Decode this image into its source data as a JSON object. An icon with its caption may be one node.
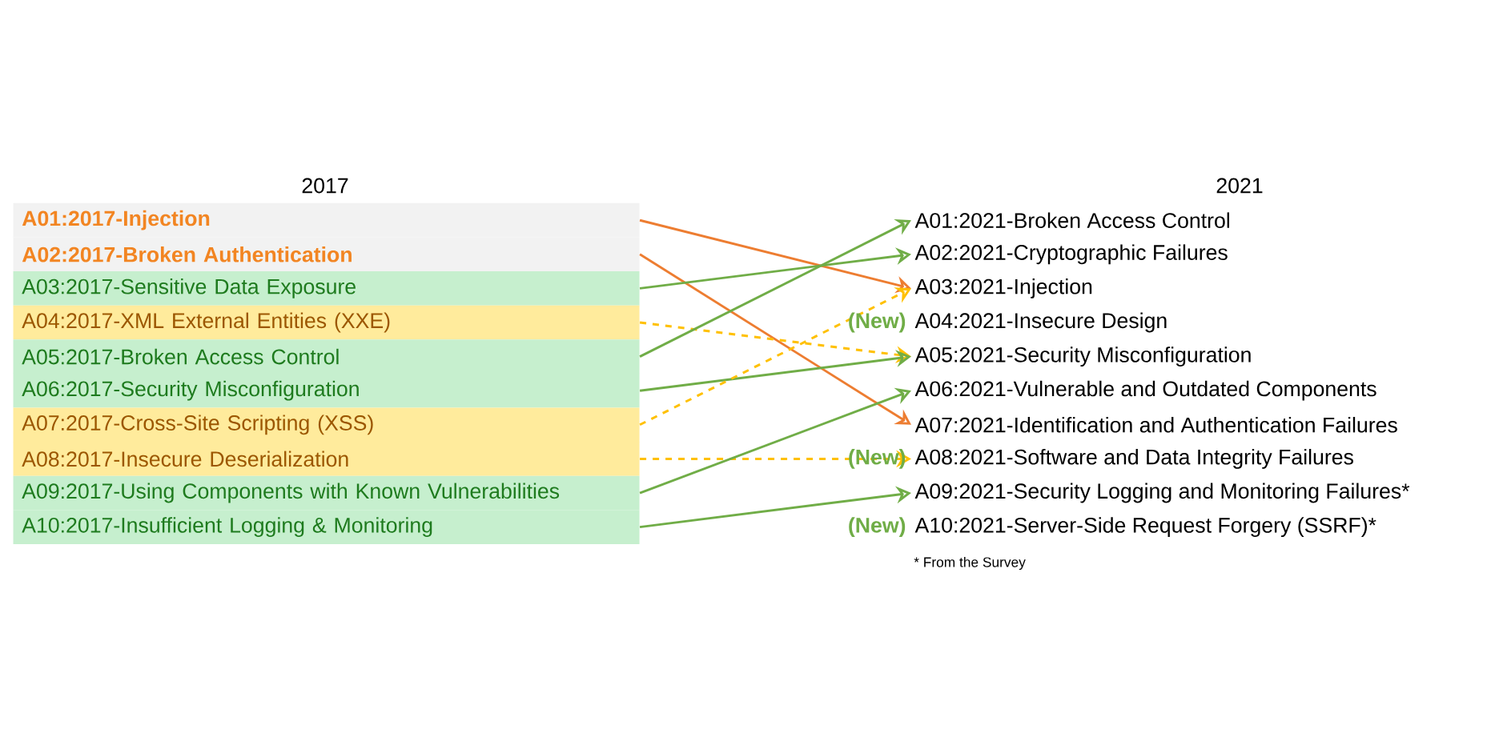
{
  "diagram": {
    "nodes": [
      {
        "text": [
          "A01:2017-Injection"
        ]
      },
      {
        "text": [
          "A02:2017-Broken Authentication"
        ]
      },
      {
        "text": [
          "A03:2017-Sensitive Data Exposure"
        ]
      },
      {
        "text": [
          "A04:2017-XML External Entities (XXE)"
        ]
      },
      {
        "text": [
          "A05:2017-Broken Access Control"
        ]
      },
      {
        "text": [
          "A06:2017-Security Misconfiguration"
        ]
      },
      {
        "text": [
          "A07:2017-Cross-Site Scripting (XSS)"
        ]
      },
      {
        "text": [
          "A08:2017-Insecure Deserialization"
        ]
      },
      {
        "text": [
          "A09:2017-Using Components with Known Vulnerabilities"
        ]
      },
      {
        "text": [
          "A10:2017-Insufficient Logging & Monitoring"
        ]
      },
      {
        "text": [
          "A01:2021-Broken Access Control"
        ]
      },
      {
        "text": [
          "A02:2021-Cryptographic Failures"
        ]
      },
      {
        "text": [
          "A03:2021-Injection"
        ]
      },
      {
        "text": [
          "A04:2021-Insecure Design"
        ],
        "beside": [
          "(New)"
        ]
      },
      {
        "text": [
          "A05:2021-Security Misconfiguration"
        ]
      },
      {
        "text": [
          "A06:2021-Vulnerable and Outdated Components"
        ]
      },
      {
        "text": [
          "A07:2021-Identification and Authentication Failures"
        ]
      },
      {
        "text": [
          "A08:2021-Software and Data Integrity Failures"
        ],
        "beside": [
          "(New)"
        ]
      },
      {
        "text": [
          "A09:2021-Security Logging and Monitoring Failures*"
        ]
      },
      {
        "text": [
          "A10:2021-Server-Side Request Forgery (SSRF)*"
        ],
        "beside": [
          "(New)"
        ]
      }
    ],
    "edges": [
      {
        "from": 0,
        "to": 12,
        "arrow": "to",
        "color": "#ed7d31"
      },
      {
        "from": 1,
        "to": 16,
        "arrow": "to",
        "color": "#ed7d31"
      },
      {
        "from": 2,
        "to": 11,
        "arrow": "to"
      },
      {
        "from": 3,
        "to": 14,
        "arrow": "to",
        "style": "dashed",
        "color": "#ffc000"
      },
      {
        "from": 4,
        "to": 10,
        "arrow": "to"
      },
      {
        "from": 5,
        "to": 14,
        "arrow": "to"
      },
      {
        "from": 6,
        "to": 12,
        "arrow": "to",
        "style": "dashed",
        "color": "#ffc000"
      },
      {
        "from": 7,
        "to": 17,
        "arrow": "to",
        "style": "dashed",
        "color": "#ffc000"
      },
      {
        "from": 8,
        "to": 15,
        "arrow": "to"
      },
      {
        "from": 9,
        "to": 18,
        "arrow": "to"
      }
    ],
    "labels": [
      "2017",
      "2021",
      "* From the Survey"
    ]
  }
}
